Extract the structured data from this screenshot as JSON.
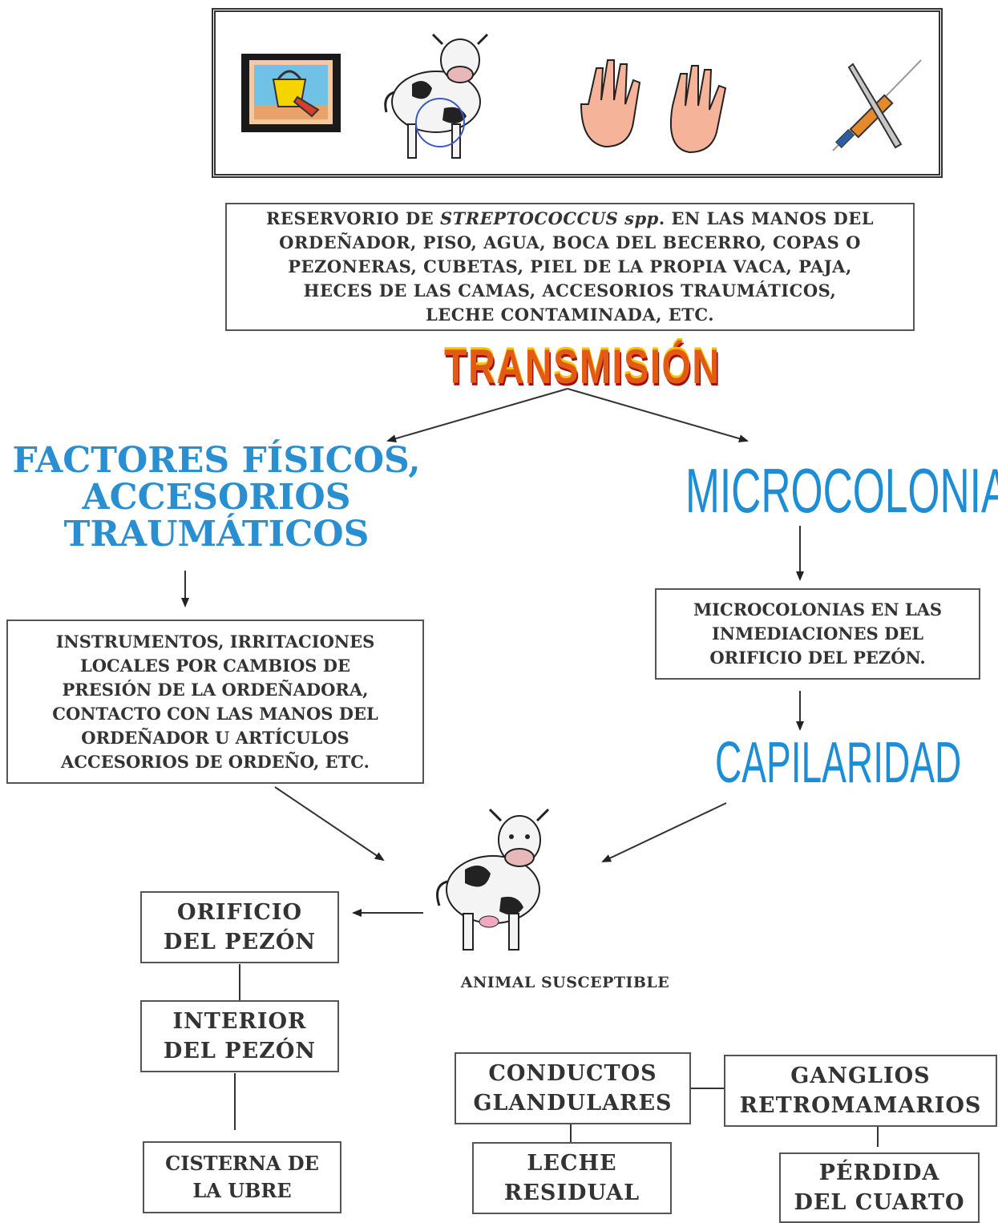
{
  "top_icons": [
    {
      "icon": "bucket-painting-icon"
    },
    {
      "icon": "cow-icon"
    },
    {
      "icon": "hands-icon"
    },
    {
      "icon": "syringe-scalpel-icon"
    }
  ],
  "reservoir": {
    "line1_a": "RESERVORIO DE ",
    "line1_b": "STREPTOCOCCUS spp",
    "line1_c": ". EN LAS MANOS DEL",
    "line2": "ORDEÑADOR, PISO, AGUA, BOCA DEL BECERRO, COPAS O",
    "line3": "PEZONERAS, CUBETAS, PIEL DE LA PROPIA VACA, PAJA,",
    "line4": "HECES DE LAS CAMAS, ACCESORIOS TRAUMÁTICOS,",
    "line5": "LECHE CONTAMINADA, ETC."
  },
  "transmision": "TRANSMISIÓN",
  "left_title": {
    "line1": "FACTORES FÍSICOS,",
    "line2": "ACCESORIOS",
    "line3": "TRAUMÁTICOS"
  },
  "right_title": "MICROCOLONIAS",
  "instruments": {
    "line1": "INSTRUMENTOS, IRRITACIONES",
    "line2": "LOCALES POR CAMBIOS DE",
    "line3": "PRESIÓN DE LA ORDEÑADORA,",
    "line4": "CONTACTO  CON LAS MANOS DEL",
    "line5": "ORDEÑADOR  U  ARTÍCULOS",
    "line6": "ACCESORIOS DE ORDEÑO, ETC."
  },
  "microcolonias_box": {
    "line1": "MICROCOLONIAS EN LAS",
    "line2": "INMEDIACIONES DEL",
    "line3": "ORIFICIO  DEL PEZÓN."
  },
  "capilaridad": "CAPILARIDAD",
  "animal_label": "ANIMAL SUSCEPTIBLE",
  "orificio": {
    "line1": "ORIFICIO",
    "line2": "DEL PEZÓN"
  },
  "interior": {
    "line1": "INTERIOR",
    "line2": "DEL PEZÓN"
  },
  "cisterna": {
    "line1": "CISTERNA DE",
    "line2": "LA UBRE"
  },
  "conductos": {
    "line1": "CONDUCTOS",
    "line2": "GLANDULARES"
  },
  "ganglios": {
    "line1": "GANGLIOS",
    "line2": "RETROMAMARIOS"
  },
  "leche": {
    "line1": "LECHE",
    "line2": "RESIDUAL"
  },
  "perdida": {
    "line1": "PÉRDIDA",
    "line2": "DEL CUARTO"
  },
  "colors": {
    "blue": "#2a8fd0",
    "orange": "#e35a15",
    "yellow": "#f3c400"
  }
}
